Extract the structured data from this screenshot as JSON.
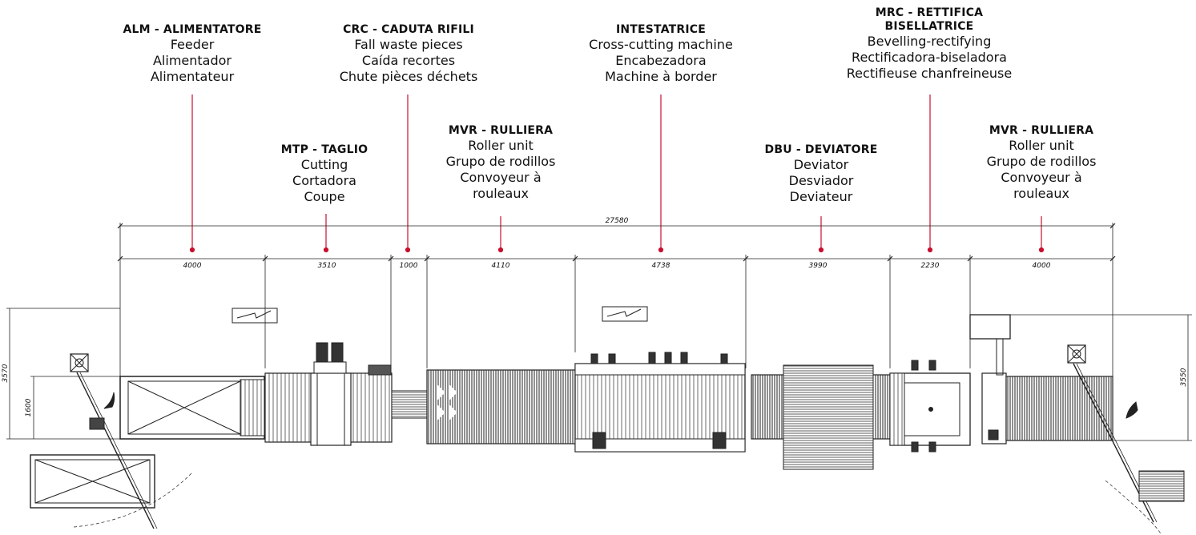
{
  "accent_color": "#c8102e",
  "stations": [
    {
      "id": "alm",
      "title": "ALM - ALIMENTATORE",
      "lines": [
        "Feeder",
        "Alimentador",
        "Alimentateur"
      ]
    },
    {
      "id": "mtp",
      "title": "MTP - TAGLIO",
      "lines": [
        "Cutting",
        "Cortadora",
        "Coupe"
      ]
    },
    {
      "id": "crc",
      "title": "CRC - CADUTA RIFILI",
      "lines": [
        "Fall waste pieces",
        "Caída recortes",
        "Chute pièces déchets"
      ]
    },
    {
      "id": "mvr1",
      "title": "MVR - RULLIERA",
      "lines": [
        "Roller unit",
        "Grupo de rodillos",
        "Convoyeur à",
        "rouleaux"
      ]
    },
    {
      "id": "int",
      "title": "INTESTATRICE",
      "lines": [
        "Cross-cutting machine",
        "Encabezadora",
        "Machine à border"
      ]
    },
    {
      "id": "dbu",
      "title": "DBU - DEVIATORE",
      "lines": [
        "Deviator",
        "Desviador",
        "Deviateur"
      ]
    },
    {
      "id": "mrc",
      "title": "MRC - RETTIFICA BISELLATRICE",
      "title_lines": [
        "MRC - RETTIFICA",
        "BISELLATRICE"
      ],
      "lines": [
        "Bevelling-rectifying",
        "Rectificadora-biseladora",
        "Rectifieuse chanfreineuse"
      ]
    },
    {
      "id": "mvr2",
      "title": "MVR - RULLIERA",
      "lines": [
        "Roller unit",
        "Grupo de rodillos",
        "Convoyeur à",
        "rouleaux"
      ]
    }
  ],
  "dimensions": {
    "total": "27580",
    "segments": [
      "4000",
      "3510",
      "1000",
      "4110",
      "4738",
      "3990",
      "2230",
      "4000"
    ],
    "left_height_outer": "3570",
    "left_height_inner": "1600",
    "right_height": "3550"
  }
}
